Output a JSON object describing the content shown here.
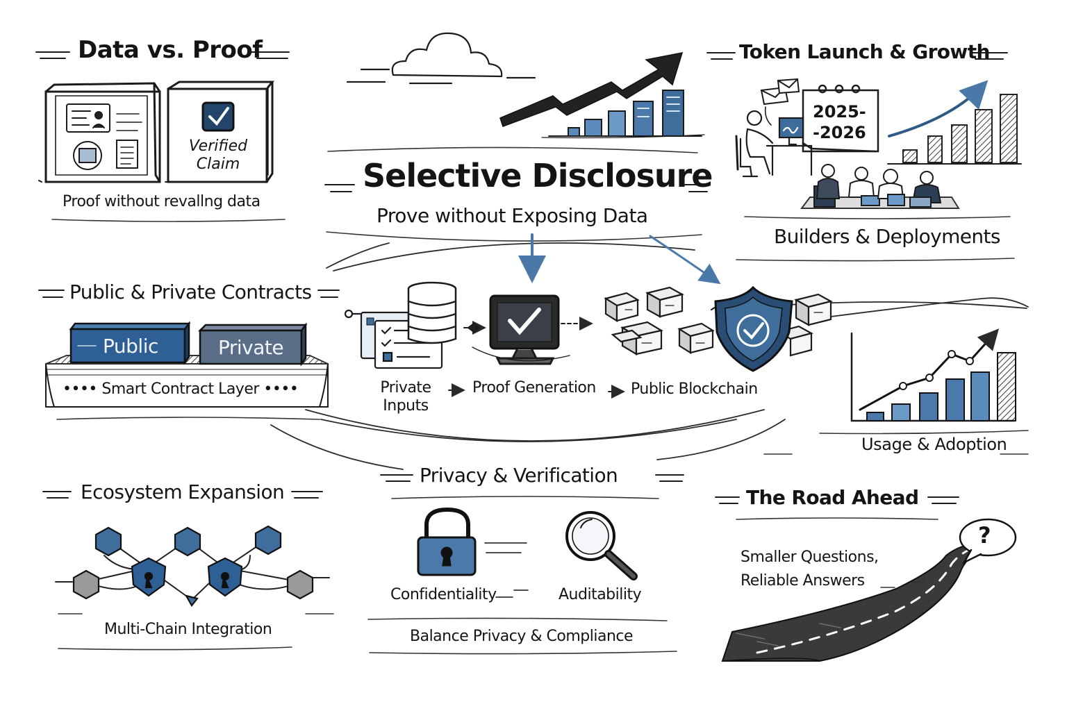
{
  "center": {
    "title": "Selective Disclosure",
    "subtitle": "Prove without Exposing Data"
  },
  "data_vs_proof": {
    "heading": "Data vs. Proof",
    "card_text": "Verified Claim",
    "caption": "Proof without revallng data"
  },
  "token_launch": {
    "heading": "Token Launch & Growth",
    "calendar_text": "2025-\n-2026",
    "caption": "Builders & Deployments"
  },
  "contracts": {
    "heading": "Public & Private Contracts",
    "public_label": "Public",
    "private_label": "Private",
    "layer_label": "•••• Smart Contract Layer ••••"
  },
  "flow": {
    "inputs_label": "Private Inputs",
    "proof_label": "Proof Generation",
    "chain_label": "Public Blockchain"
  },
  "usage": {
    "caption": "Usage & Adoption"
  },
  "privacy": {
    "heading": "Privacy & Verification",
    "confidentiality_label": "Confidentiality",
    "auditability_label": "Auditability",
    "caption": "Balance Privacy & Compliance"
  },
  "ecosystem": {
    "heading": "Ecosystem Expansion",
    "caption": "Multi-Chain Integration"
  },
  "road": {
    "heading": "The Road Ahead",
    "tagline": "Smaller Questions, Reliable Answers",
    "question_mark": "?"
  },
  "colors": {
    "ink": "#161616",
    "accent_blue": "#3f6e9c",
    "dark_blue": "#23456a",
    "slate": "#55677c"
  },
  "icons": [
    "cloud-icon",
    "growth-arrow-icon",
    "checkbox-icon",
    "id-card-icon",
    "database-icon",
    "monitor-check-icon",
    "shield-check-icon",
    "padlock-icon",
    "magnifier-icon",
    "envelope-icon",
    "road-icon",
    "question-bubble-icon"
  ]
}
